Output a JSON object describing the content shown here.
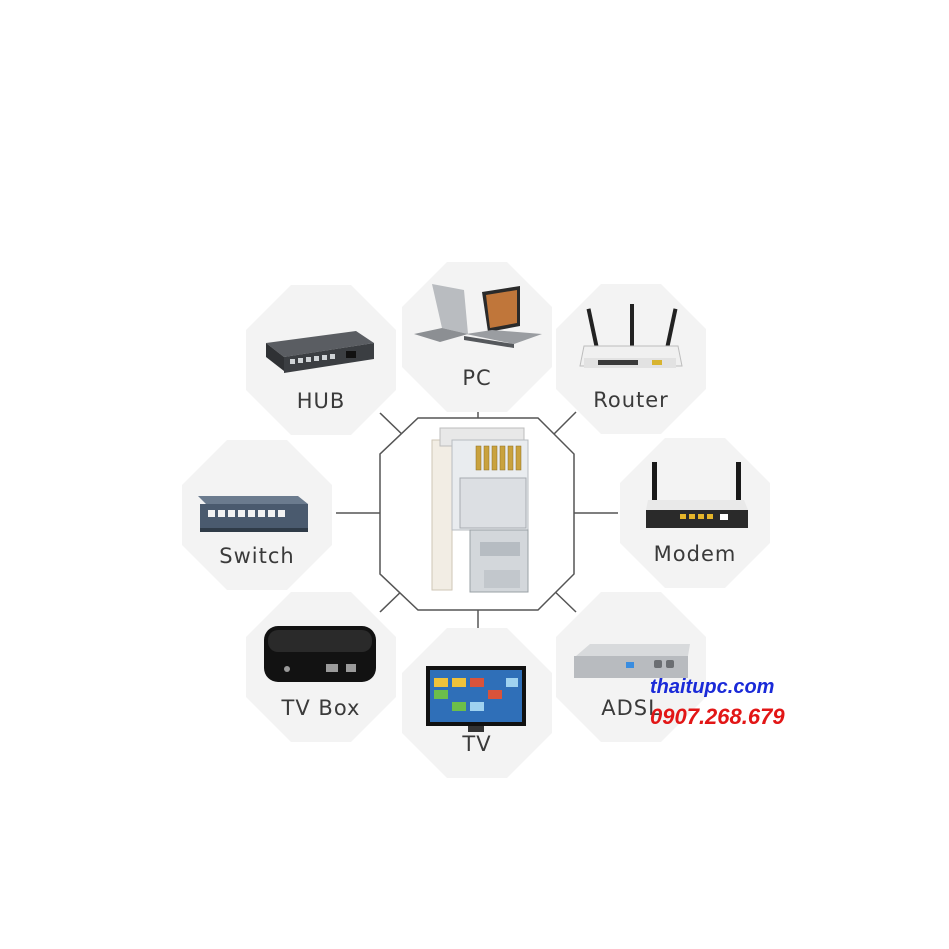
{
  "devices": {
    "hub": "HUB",
    "pc": "PC",
    "router": "Router",
    "switch": "Switch",
    "modem": "Modem",
    "tv_box": "TV Box",
    "tv": "TV",
    "adsl": "ADSL"
  },
  "watermark": {
    "site": "thaitupc.com",
    "phone": "0907.268.679"
  },
  "colors": {
    "tile_background": "#f3f3f3",
    "line": "#555555",
    "watermark_site": "#1a2ad8",
    "watermark_phone": "#e21616"
  }
}
